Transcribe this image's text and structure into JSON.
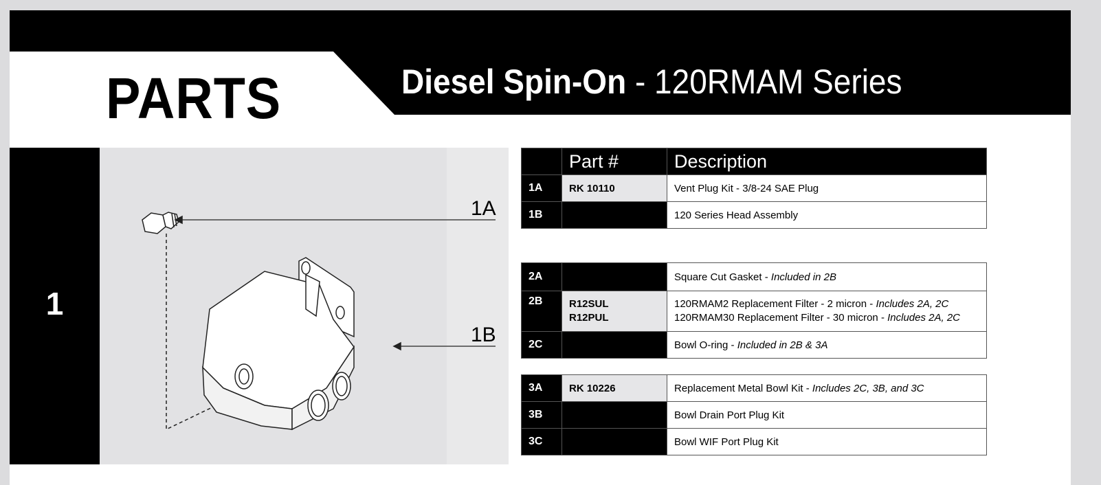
{
  "header": {
    "section_label": "PARTS",
    "title_bold": "Diesel Spin-On",
    "title_rest": " - 120RMAM Series"
  },
  "section": {
    "number": "1",
    "callouts": [
      "1A",
      "1B"
    ]
  },
  "table": {
    "headers": {
      "part": "Part #",
      "description": "Description"
    },
    "groups": [
      [
        {
          "id": "1A",
          "part": [
            "RK 10110"
          ],
          "desc": [
            {
              "text": "Vent Plug Kit - 3/8-24 SAE Plug",
              "note": ""
            }
          ]
        },
        {
          "id": "1B",
          "part": [],
          "desc": [
            {
              "text": "120 Series Head Assembly",
              "note": ""
            }
          ]
        }
      ],
      [
        {
          "id": "2A",
          "part": [],
          "desc": [
            {
              "text": "Square Cut Gasket - ",
              "note": "Included in 2B"
            }
          ]
        },
        {
          "id": "2B",
          "part": [
            "R12SUL",
            "R12PUL"
          ],
          "desc": [
            {
              "text": "120RMAM2 Replacement Filter - 2 micron - ",
              "note": "Includes 2A, 2C"
            },
            {
              "text": "120RMAM30 Replacement Filter - 30 micron - ",
              "note": "Includes 2A, 2C"
            }
          ]
        },
        {
          "id": "2C",
          "part": [],
          "desc": [
            {
              "text": "Bowl O-ring - ",
              "note": "Included in 2B & 3A"
            }
          ]
        }
      ],
      [
        {
          "id": "3A",
          "part": [
            "RK 10226"
          ],
          "desc": [
            {
              "text": "Replacement Metal Bowl Kit - ",
              "note": "Includes 2C, 3B, and 3C"
            }
          ]
        },
        {
          "id": "3B",
          "part": [],
          "desc": [
            {
              "text": "Bowl Drain Port Plug Kit",
              "note": ""
            }
          ]
        },
        {
          "id": "3C",
          "part": [],
          "desc": [
            {
              "text": "Bowl WIF Port Plug Kit",
              "note": ""
            }
          ]
        }
      ]
    ]
  }
}
